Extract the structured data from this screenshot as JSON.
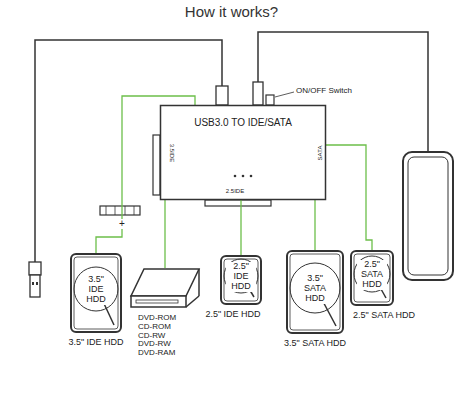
{
  "diagram": {
    "title": "How it works?",
    "nodes": [
      {
        "text": [
          "USB3.0 TO IDE/SATA",
          "3.5IDE",
          "SATA",
          "2.5IDE"
        ]
      },
      {
        "text": [
          "3.5\" IDE HDD",
          "3.5\" IDE HDD"
        ]
      },
      {
        "text": [
          "DVD-ROM CD-ROM CD-RW DVD-RW DVD-RAM"
        ]
      },
      {
        "text": [
          "2.5\" IDE HDD",
          "2.5\" IDE HDD"
        ]
      },
      {
        "text": [
          "3.5\" SATA HDD",
          "3.5\" SATA HDD"
        ]
      },
      {
        "text": [
          "2.5\" SATA HDD",
          "2.5\" SATA HDD"
        ]
      }
    ],
    "edges": [
      {
        "from": 0,
        "to": 1,
        "arrow": "none"
      },
      {
        "from": 0,
        "to": 2,
        "arrow": "none"
      },
      {
        "from": 0,
        "to": 3,
        "arrow": "none"
      },
      {
        "from": 0,
        "to": 4,
        "arrow": "none"
      },
      {
        "from": 0,
        "to": 5,
        "arrow": "none"
      }
    ],
    "labels": [
      "ON/OFF Switch",
      "+"
    ]
  }
}
